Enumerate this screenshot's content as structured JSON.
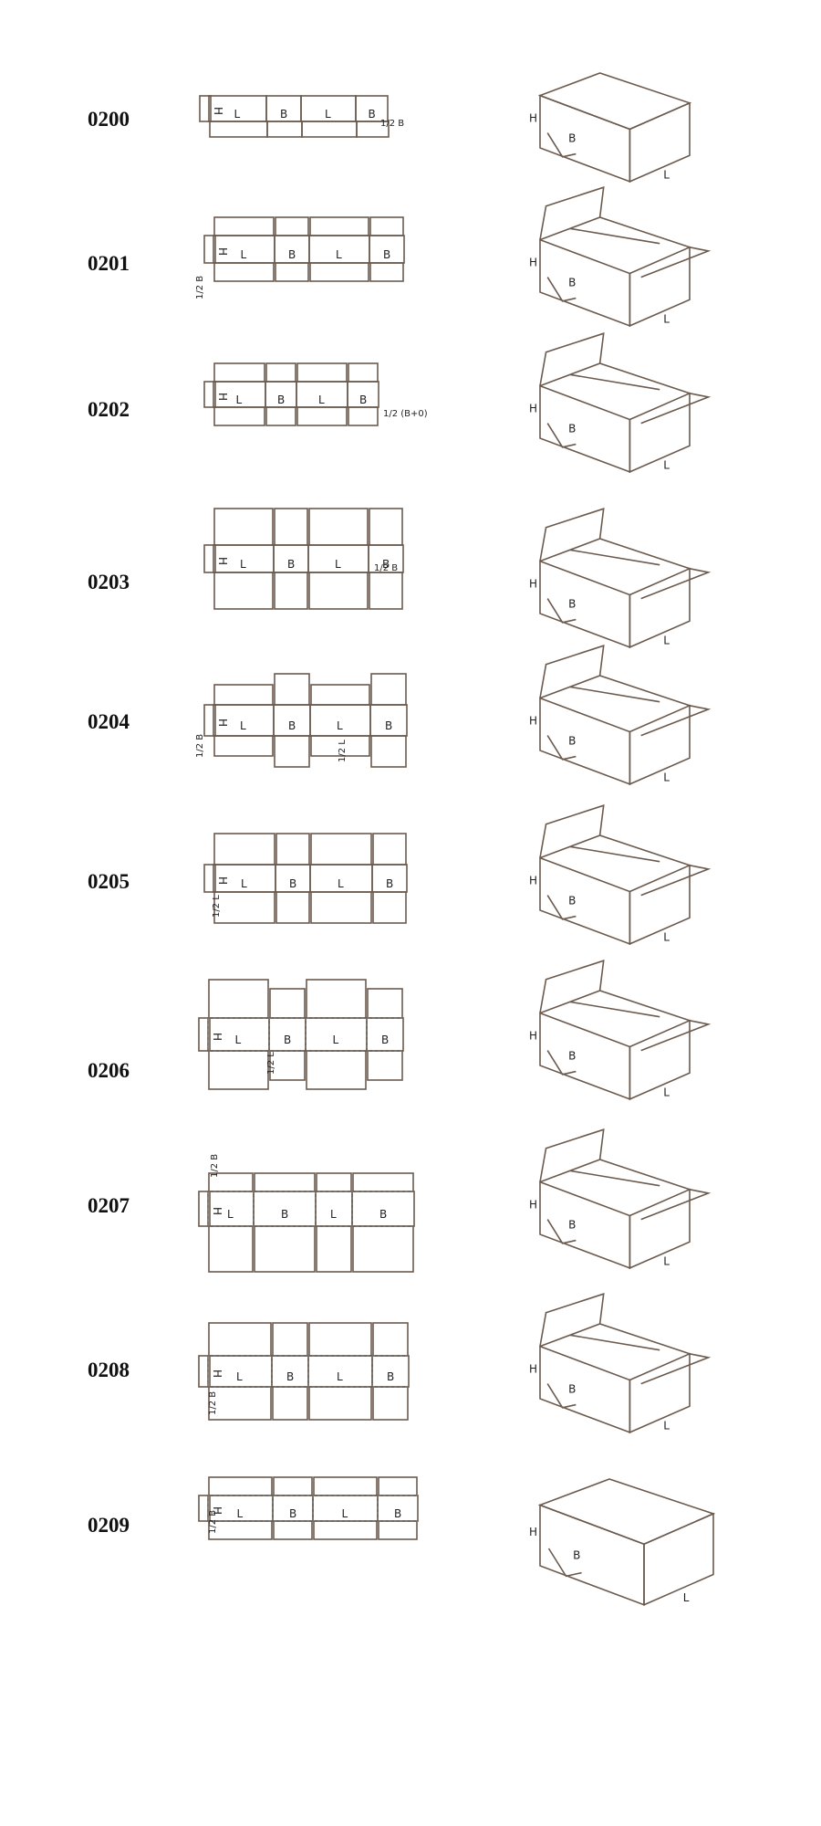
{
  "boxes": [
    {
      "code": "0200",
      "labels": {
        "h": "H",
        "l": "L",
        "b": "B",
        "flap": "1/2 B"
      }
    },
    {
      "code": "0201",
      "labels": {
        "h": "H",
        "l": "L",
        "b": "B",
        "flap": "1/2 B"
      }
    },
    {
      "code": "0202",
      "labels": {
        "h": "H",
        "l": "L",
        "b": "B",
        "flap": "1/2 (B+0)"
      }
    },
    {
      "code": "0203",
      "labels": {
        "h": "H",
        "l": "L",
        "b": "B",
        "flap": "1/2 B"
      }
    },
    {
      "code": "0204",
      "labels": {
        "h": "H",
        "l": "L",
        "b": "B",
        "flap": "1/2 B",
        "flap2": "1/2 L"
      }
    },
    {
      "code": "0205",
      "labels": {
        "h": "H",
        "l": "L",
        "b": "B",
        "flap": "1/2 L"
      }
    },
    {
      "code": "0206",
      "labels": {
        "h": "H",
        "l": "L",
        "b": "B",
        "flap": "1/2 L"
      }
    },
    {
      "code": "0207",
      "labels": {
        "h": "H",
        "l": "L",
        "b": "B",
        "flap": "1/2 B"
      }
    },
    {
      "code": "0208",
      "labels": {
        "h": "H",
        "l": "L",
        "b": "B",
        "flap": "1/2 B"
      }
    },
    {
      "code": "0209",
      "labels": {
        "h": "H",
        "l": "L",
        "b": "B",
        "flap": "1/2 B"
      }
    }
  ]
}
